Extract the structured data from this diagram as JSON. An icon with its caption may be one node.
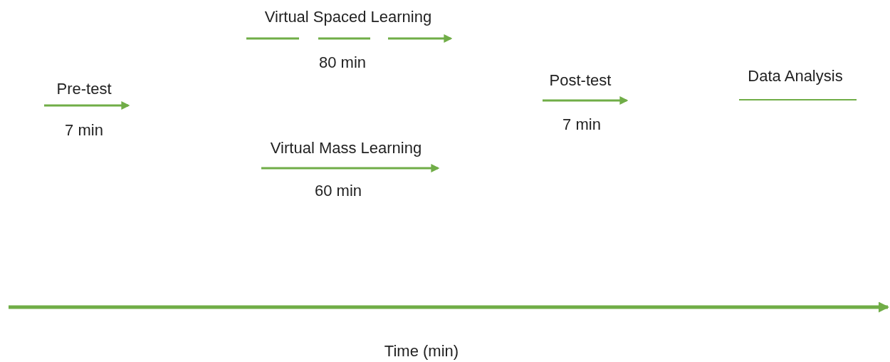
{
  "diagram": {
    "labels": [
      "Pre-test",
      "7 min",
      "Virtual Spaced Learning",
      "80 min",
      "Virtual Mass Learning",
      "60 min",
      "Post-test",
      "7 min",
      "Data Analysis",
      "Time (min)"
    ]
  }
}
